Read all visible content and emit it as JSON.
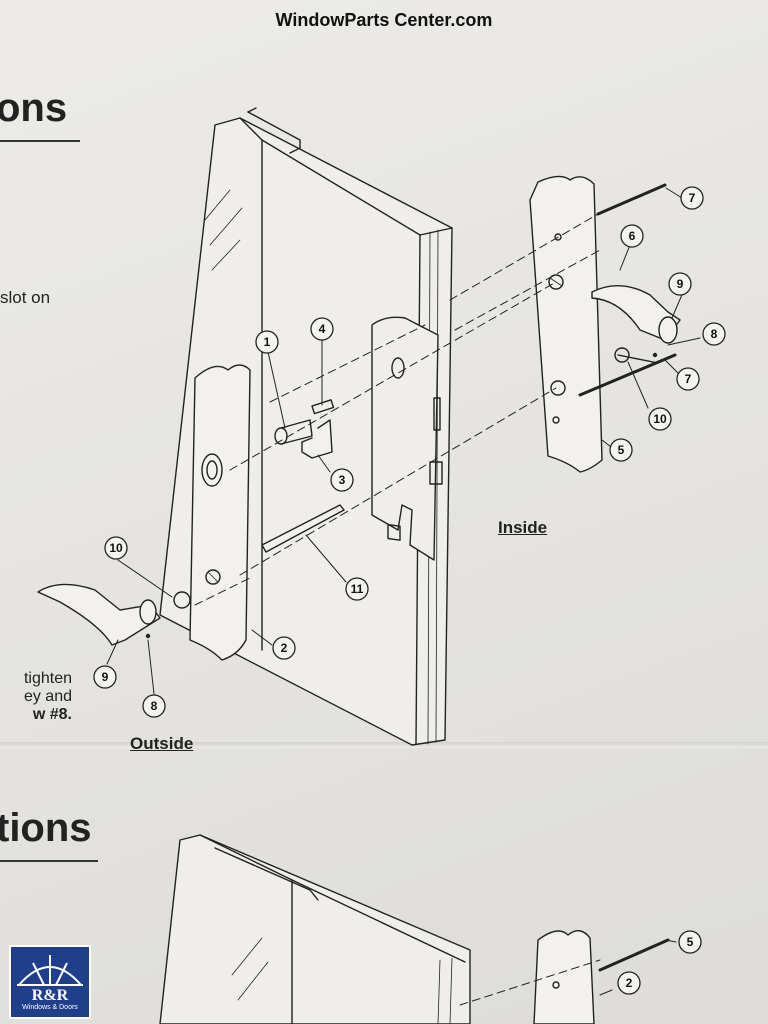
{
  "watermark": "WindowParts Center.com",
  "headings": {
    "top": "ons",
    "bottom": "tions"
  },
  "text_fragments": {
    "slot": "slot on",
    "tighten_1": "tighten",
    "tighten_2": "ey and",
    "tighten_3": "w #8."
  },
  "captions": {
    "inside": "Inside",
    "outside": "Outside"
  },
  "callouts": {
    "c1": "1",
    "c2": "2",
    "c3": "3",
    "c4": "4",
    "c5": "5",
    "c6": "6",
    "c7a": "7",
    "c7b": "7",
    "c8a": "8",
    "c8b": "8",
    "c9a": "9",
    "c9b": "9",
    "c10a": "10",
    "c10b": "10",
    "c11": "11",
    "bottom_5": "5",
    "bottom_2": "2"
  },
  "logo": {
    "title": "R&R",
    "subtitle": "Windows & Doors"
  },
  "colors": {
    "paper": "#e7e6e3",
    "ink": "#1a1a1a",
    "logo_blue": "#1f3e8c"
  }
}
